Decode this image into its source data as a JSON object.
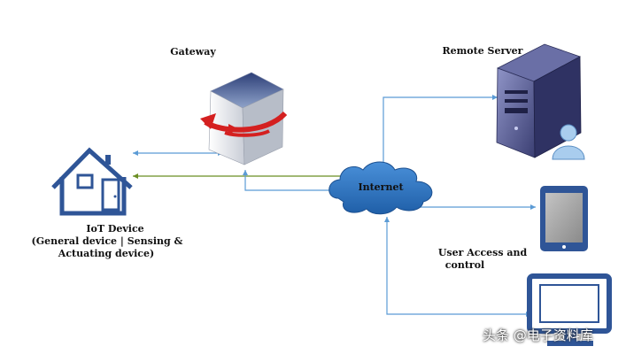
{
  "labels": {
    "gateway": "Gateway",
    "remote_server": "Remote Server",
    "internet": "Internet",
    "iot_title": "IoT Device",
    "iot_sub1": "(General device | Sensing &",
    "iot_sub2": "Actuating device)",
    "user_access_1": "User Access and",
    "user_access_2": "control"
  },
  "watermark": "头条 @电子资料库",
  "colors": {
    "arrow": "#5b9bd5",
    "link_green": "#6b8e23",
    "house": "#2f5597",
    "cloud": "#2e75b6",
    "device": "#2f5597",
    "server_top": "#4a4f8a"
  }
}
